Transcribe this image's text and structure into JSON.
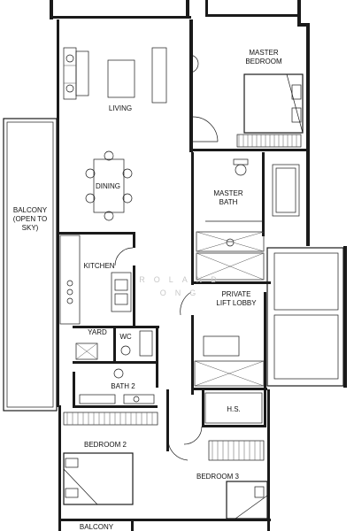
{
  "rooms": {
    "master_bedroom": [
      "MASTER",
      "BEDROOM"
    ],
    "living": "LIVING",
    "dining": "DINING",
    "master_bath": [
      "MASTER",
      "BATH"
    ],
    "balcony_main": [
      "BALCONY",
      "(OPEN TO",
      "SKY)"
    ],
    "kitchen": "KITCHEN",
    "private_lift_lobby": [
      "PRIVATE",
      "LIFT LOBBY"
    ],
    "yard": "YARD",
    "wc": "WC",
    "bath2": "BATH 2",
    "hs": "H.S.",
    "bedroom2": "BEDROOM 2",
    "bedroom3": "BEDROOM 3",
    "balcony_bottom": "BALCONY"
  },
  "watermark": {
    "line1": "ROLAND",
    "line2": "ONG"
  }
}
